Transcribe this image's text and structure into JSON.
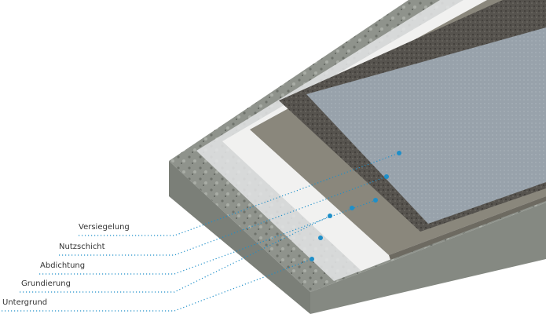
{
  "title": "Bodenbeschichtung Schichtaufbau",
  "layers": [
    {
      "label": "Versiegelung",
      "color": "#9aa4ad"
    },
    {
      "label": "Nutzschicht",
      "color": "#5e5b55"
    },
    {
      "label": "Abdichtung",
      "color": "#8a877c"
    },
    {
      "label": "Grundierung",
      "color": "#e4e5e6"
    },
    {
      "label": "Untergrund",
      "color": "#8d918a"
    }
  ],
  "accent": "#1e8fc9"
}
